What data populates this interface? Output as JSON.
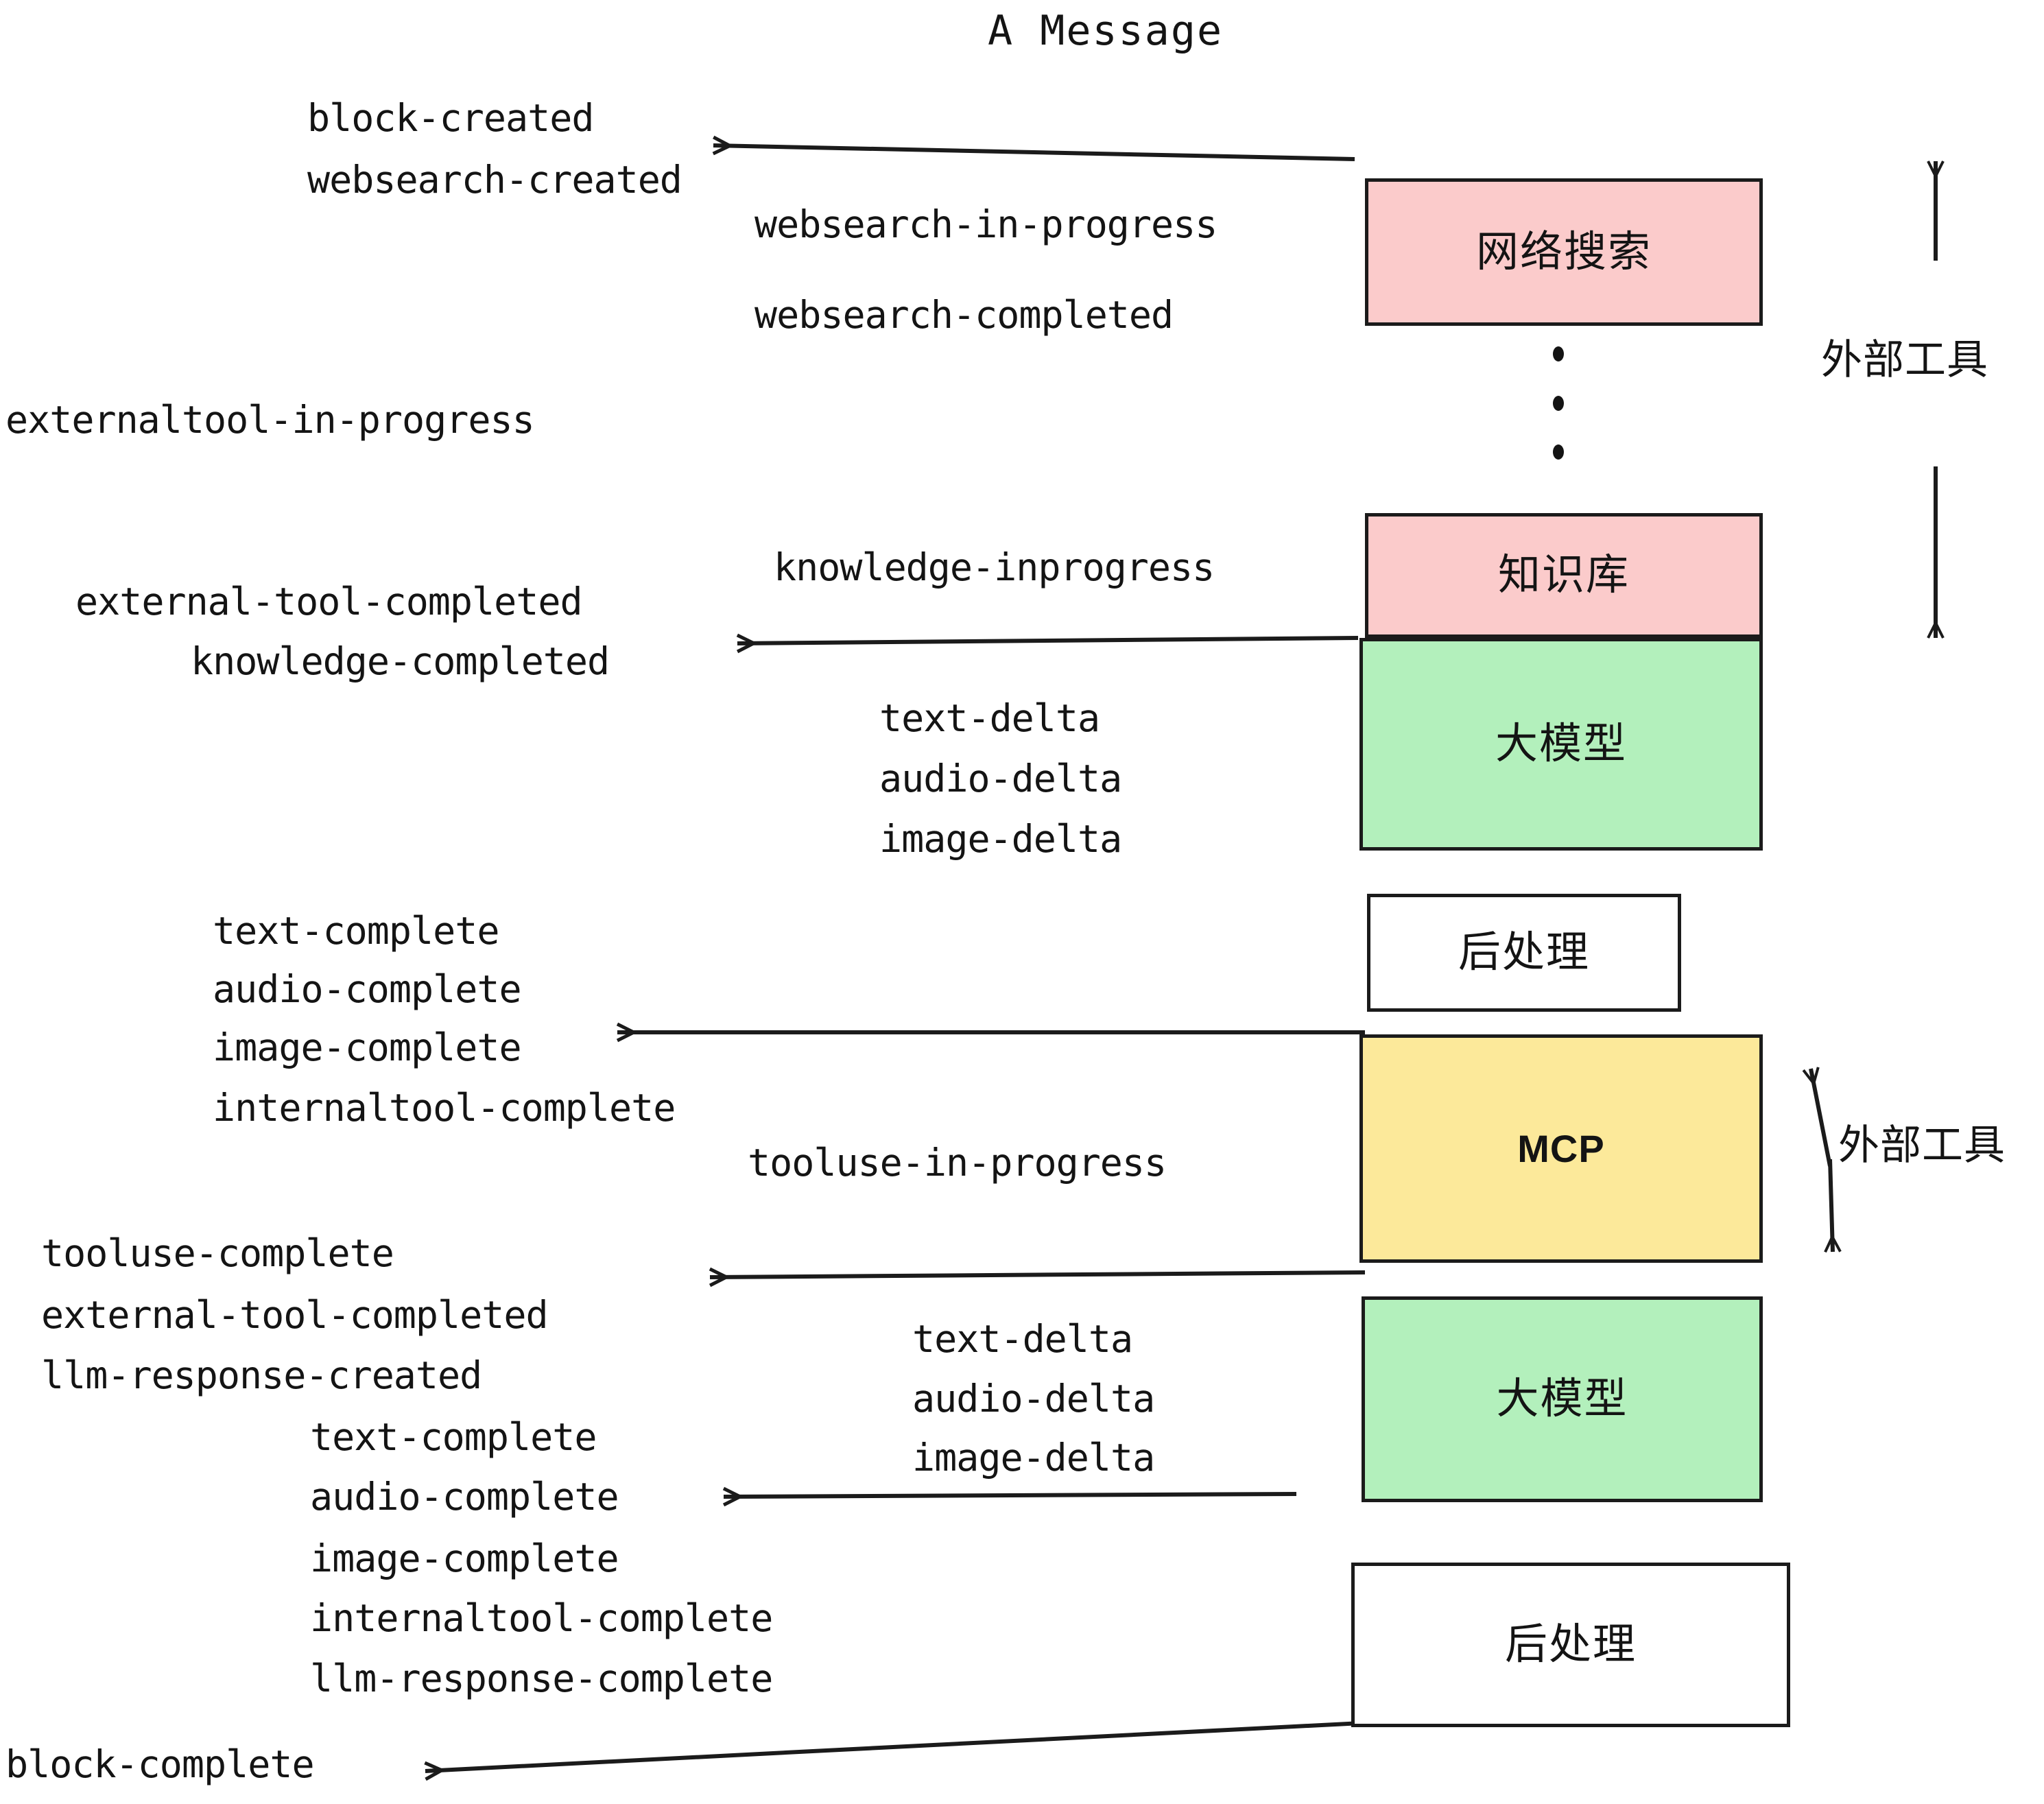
{
  "title": "A Message",
  "colors": {
    "pink": "#FBCBCB",
    "green": "#B3F0BC",
    "yellow": "#FCE99A",
    "white": "#FFFFFF",
    "stroke": "#1B1B1B",
    "text": "#141414"
  },
  "boxes": [
    {
      "id": "websearch",
      "label": "网络搜索",
      "fill": "#FBCBCB"
    },
    {
      "id": "knowledge",
      "label": "知识库",
      "fill": "#FBCBCB"
    },
    {
      "id": "llm-1",
      "label": "大模型",
      "fill": "#B3F0BC"
    },
    {
      "id": "postprocess-1",
      "label": "后处理",
      "fill": "#FFFFFF"
    },
    {
      "id": "mcp",
      "label": "MCP",
      "fill": "#FCE99A"
    },
    {
      "id": "llm-2",
      "label": "大模型",
      "fill": "#B3F0BC"
    },
    {
      "id": "postprocess-2",
      "label": "后处理",
      "fill": "#FFFFFF"
    }
  ],
  "tool_groups": [
    {
      "id": "external-tools-top",
      "label": "外部工具"
    },
    {
      "id": "external-tools-bottom",
      "label": "外部工具"
    }
  ],
  "events": [
    {
      "id": "block-created",
      "text": "block-created"
    },
    {
      "id": "websearch-created",
      "text": "websearch-created"
    },
    {
      "id": "websearch-in-progress",
      "text": "websearch-in-progress"
    },
    {
      "id": "websearch-completed",
      "text": "websearch-completed"
    },
    {
      "id": "externaltool-in-progress",
      "text": "externaltool-in-progress"
    },
    {
      "id": "knowledge-inprogress",
      "text": "knowledge-inprogress"
    },
    {
      "id": "external-tool-completed-1",
      "text": "external-tool-completed"
    },
    {
      "id": "knowledge-completed",
      "text": "knowledge-completed"
    },
    {
      "id": "text-delta-1",
      "text": "text-delta"
    },
    {
      "id": "audio-delta-1",
      "text": "audio-delta"
    },
    {
      "id": "image-delta-1",
      "text": "image-delta"
    },
    {
      "id": "text-complete-1",
      "text": "text-complete"
    },
    {
      "id": "audio-complete-1",
      "text": "audio-complete"
    },
    {
      "id": "image-complete-1",
      "text": "image-complete"
    },
    {
      "id": "internaltool-complete-1",
      "text": "internaltool-complete"
    },
    {
      "id": "tooluse-in-progress",
      "text": "tooluse-in-progress"
    },
    {
      "id": "tooluse-complete",
      "text": "tooluse-complete"
    },
    {
      "id": "external-tool-completed-2",
      "text": "external-tool-completed"
    },
    {
      "id": "llm-response-created",
      "text": "llm-response-created"
    },
    {
      "id": "text-delta-2",
      "text": "text-delta"
    },
    {
      "id": "audio-delta-2",
      "text": "audio-delta"
    },
    {
      "id": "image-delta-2",
      "text": "image-delta"
    },
    {
      "id": "text-complete-2",
      "text": "text-complete"
    },
    {
      "id": "audio-complete-2",
      "text": "audio-complete"
    },
    {
      "id": "image-complete-2",
      "text": "image-complete"
    },
    {
      "id": "internaltool-complete-2",
      "text": "internaltool-complete"
    },
    {
      "id": "llm-response-complete",
      "text": "llm-response-complete"
    },
    {
      "id": "block-complete",
      "text": "block-complete"
    }
  ]
}
